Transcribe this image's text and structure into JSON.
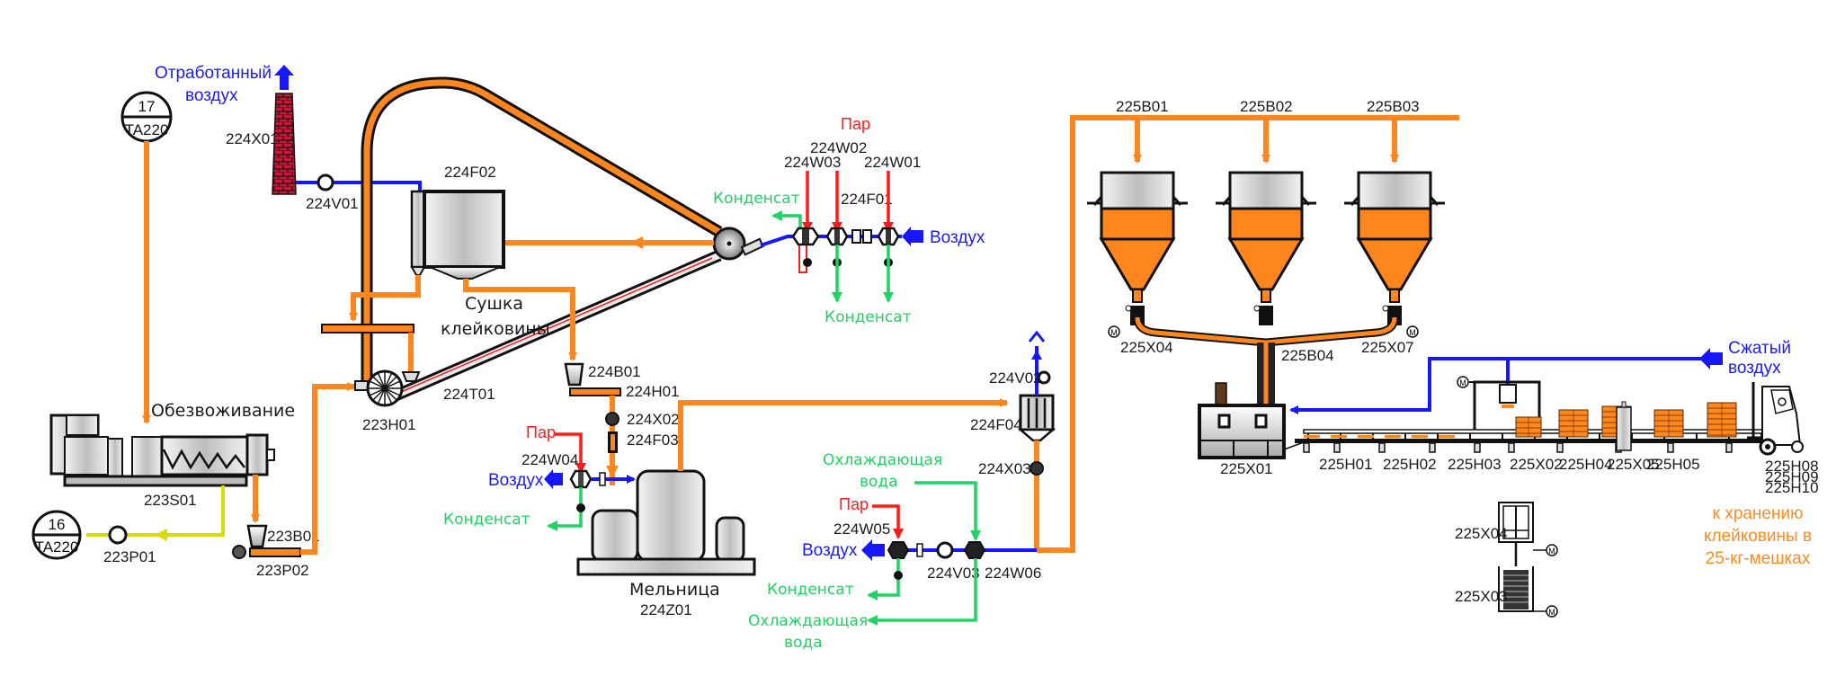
{
  "diagram": {
    "title": "Сушка клейковины — технологическая схема",
    "colors": {
      "product": "#ff861c",
      "air": "#1717ff",
      "condensate_water": "#1fd462",
      "steam": "#ff1a1a",
      "waste_water": "#d8dd0a"
    },
    "sections": {
      "dewatering": "Обезвоживание",
      "drying_line1": "Сушка",
      "drying_line2": "клейковины",
      "mill": "Мельница"
    },
    "streams": {
      "exhaust_air_1": "Отработанный",
      "exhaust_air_2": "воздух",
      "steam": "Пар",
      "air": "Воздух",
      "condensate": "Конденсат",
      "cooling_water_1": "Охлаждающая",
      "cooling_water_2": "вода",
      "compressed_air_1": "Сжатый",
      "compressed_air_2": "воздух",
      "storage_1": "к хранению",
      "storage_2": "клейковины в",
      "storage_3": "25-кг-мешках"
    },
    "connectors": [
      {
        "number": "17",
        "code": "TA220"
      },
      {
        "number": "16",
        "code": "TA220"
      }
    ],
    "equipment": {
      "chimney": "224X01",
      "fan_exhaust": "224V01",
      "cyclone_dryer": "224F02",
      "heater_w03": "224W03",
      "heater_w02": "224W02",
      "heater_w01": "224W01",
      "filter_air": "224F01",
      "bucket_elevator": "223H01",
      "screw_t01": "224T01",
      "screw_press": "223S01",
      "pump_p01": "223P01",
      "hopper_b01": "223B01",
      "screw_p02": "223P02",
      "hopper_224b01": "224B01",
      "screw_224h01": "224H01",
      "rotary_valve_x02": "224X02",
      "magnet_f03": "224F03",
      "heater_w04": "224W04",
      "mill": "224Z01",
      "fan_v02": "224V02",
      "filter_f04": "224F04",
      "rotary_valve_x03": "224X03",
      "heater_w05": "224W05",
      "fan_v03": "224V03",
      "cooler_w06": "224W06",
      "silo_1": "225B01",
      "silo_2": "225B02",
      "silo_3": "225B03",
      "valve_x04": "225X04",
      "valve_x07": "225X07",
      "silo_b04": "225B04",
      "bagging_x01": "225X01",
      "conveyor_h01": "225H01",
      "conveyor_h02": "225H02",
      "conveyor_h03": "225H03",
      "palletizer_x02": "225X02",
      "conveyor_h04": "225H04",
      "wrapper_x05": "225X05",
      "conveyor_h05": "225H05",
      "forklift_1": "225H08",
      "forklift_2": "225H09",
      "forklift_3": "225H10",
      "magazine_x04": "225X04",
      "magazine_x03": "225X03"
    },
    "motor_label": "M"
  }
}
